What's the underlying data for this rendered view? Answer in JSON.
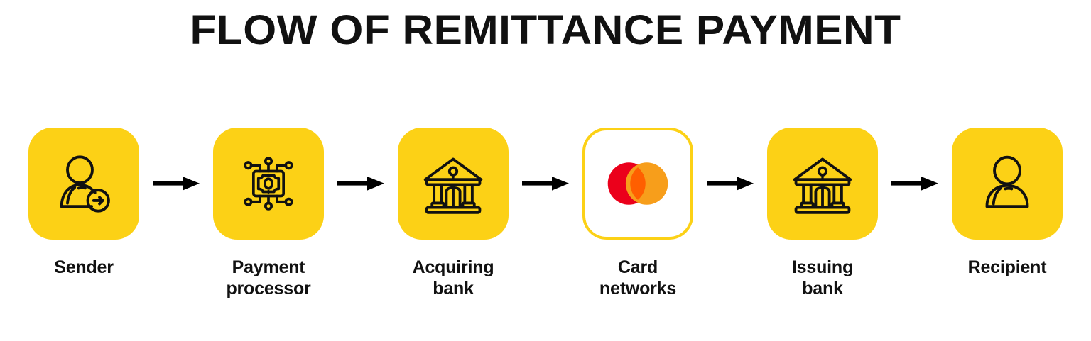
{
  "title": "FLOW OF REMITTANCE PAYMENT",
  "colors": {
    "tile_yellow": "#FCD116",
    "text_black": "#111111",
    "background": "#FFFFFF",
    "mastercard_red": "#EB001B",
    "mastercard_amber": "#F79E1B",
    "mastercard_overlap": "#FF5F00",
    "arrow_black": "#000000"
  },
  "steps": [
    {
      "label": "Sender",
      "icon": "person-arrow-icon",
      "tile_style": "filled"
    },
    {
      "label": "Payment\nprocessor",
      "icon": "payment-chip-icon",
      "tile_style": "filled"
    },
    {
      "label": "Acquiring\nbank",
      "icon": "bank-building-icon",
      "tile_style": "filled"
    },
    {
      "label": "Card\nnetworks",
      "icon": "mastercard-logo-icon",
      "tile_style": "outlined"
    },
    {
      "label": "Issuing\nbank",
      "icon": "bank-building-icon",
      "tile_style": "filled"
    },
    {
      "label": "Recipient",
      "icon": "person-icon",
      "tile_style": "filled"
    }
  ],
  "connectors": [
    {
      "icon": "arrow-right-icon"
    },
    {
      "icon": "arrow-right-icon"
    },
    {
      "icon": "arrow-right-icon"
    },
    {
      "icon": "arrow-right-icon"
    },
    {
      "icon": "arrow-right-icon"
    }
  ]
}
